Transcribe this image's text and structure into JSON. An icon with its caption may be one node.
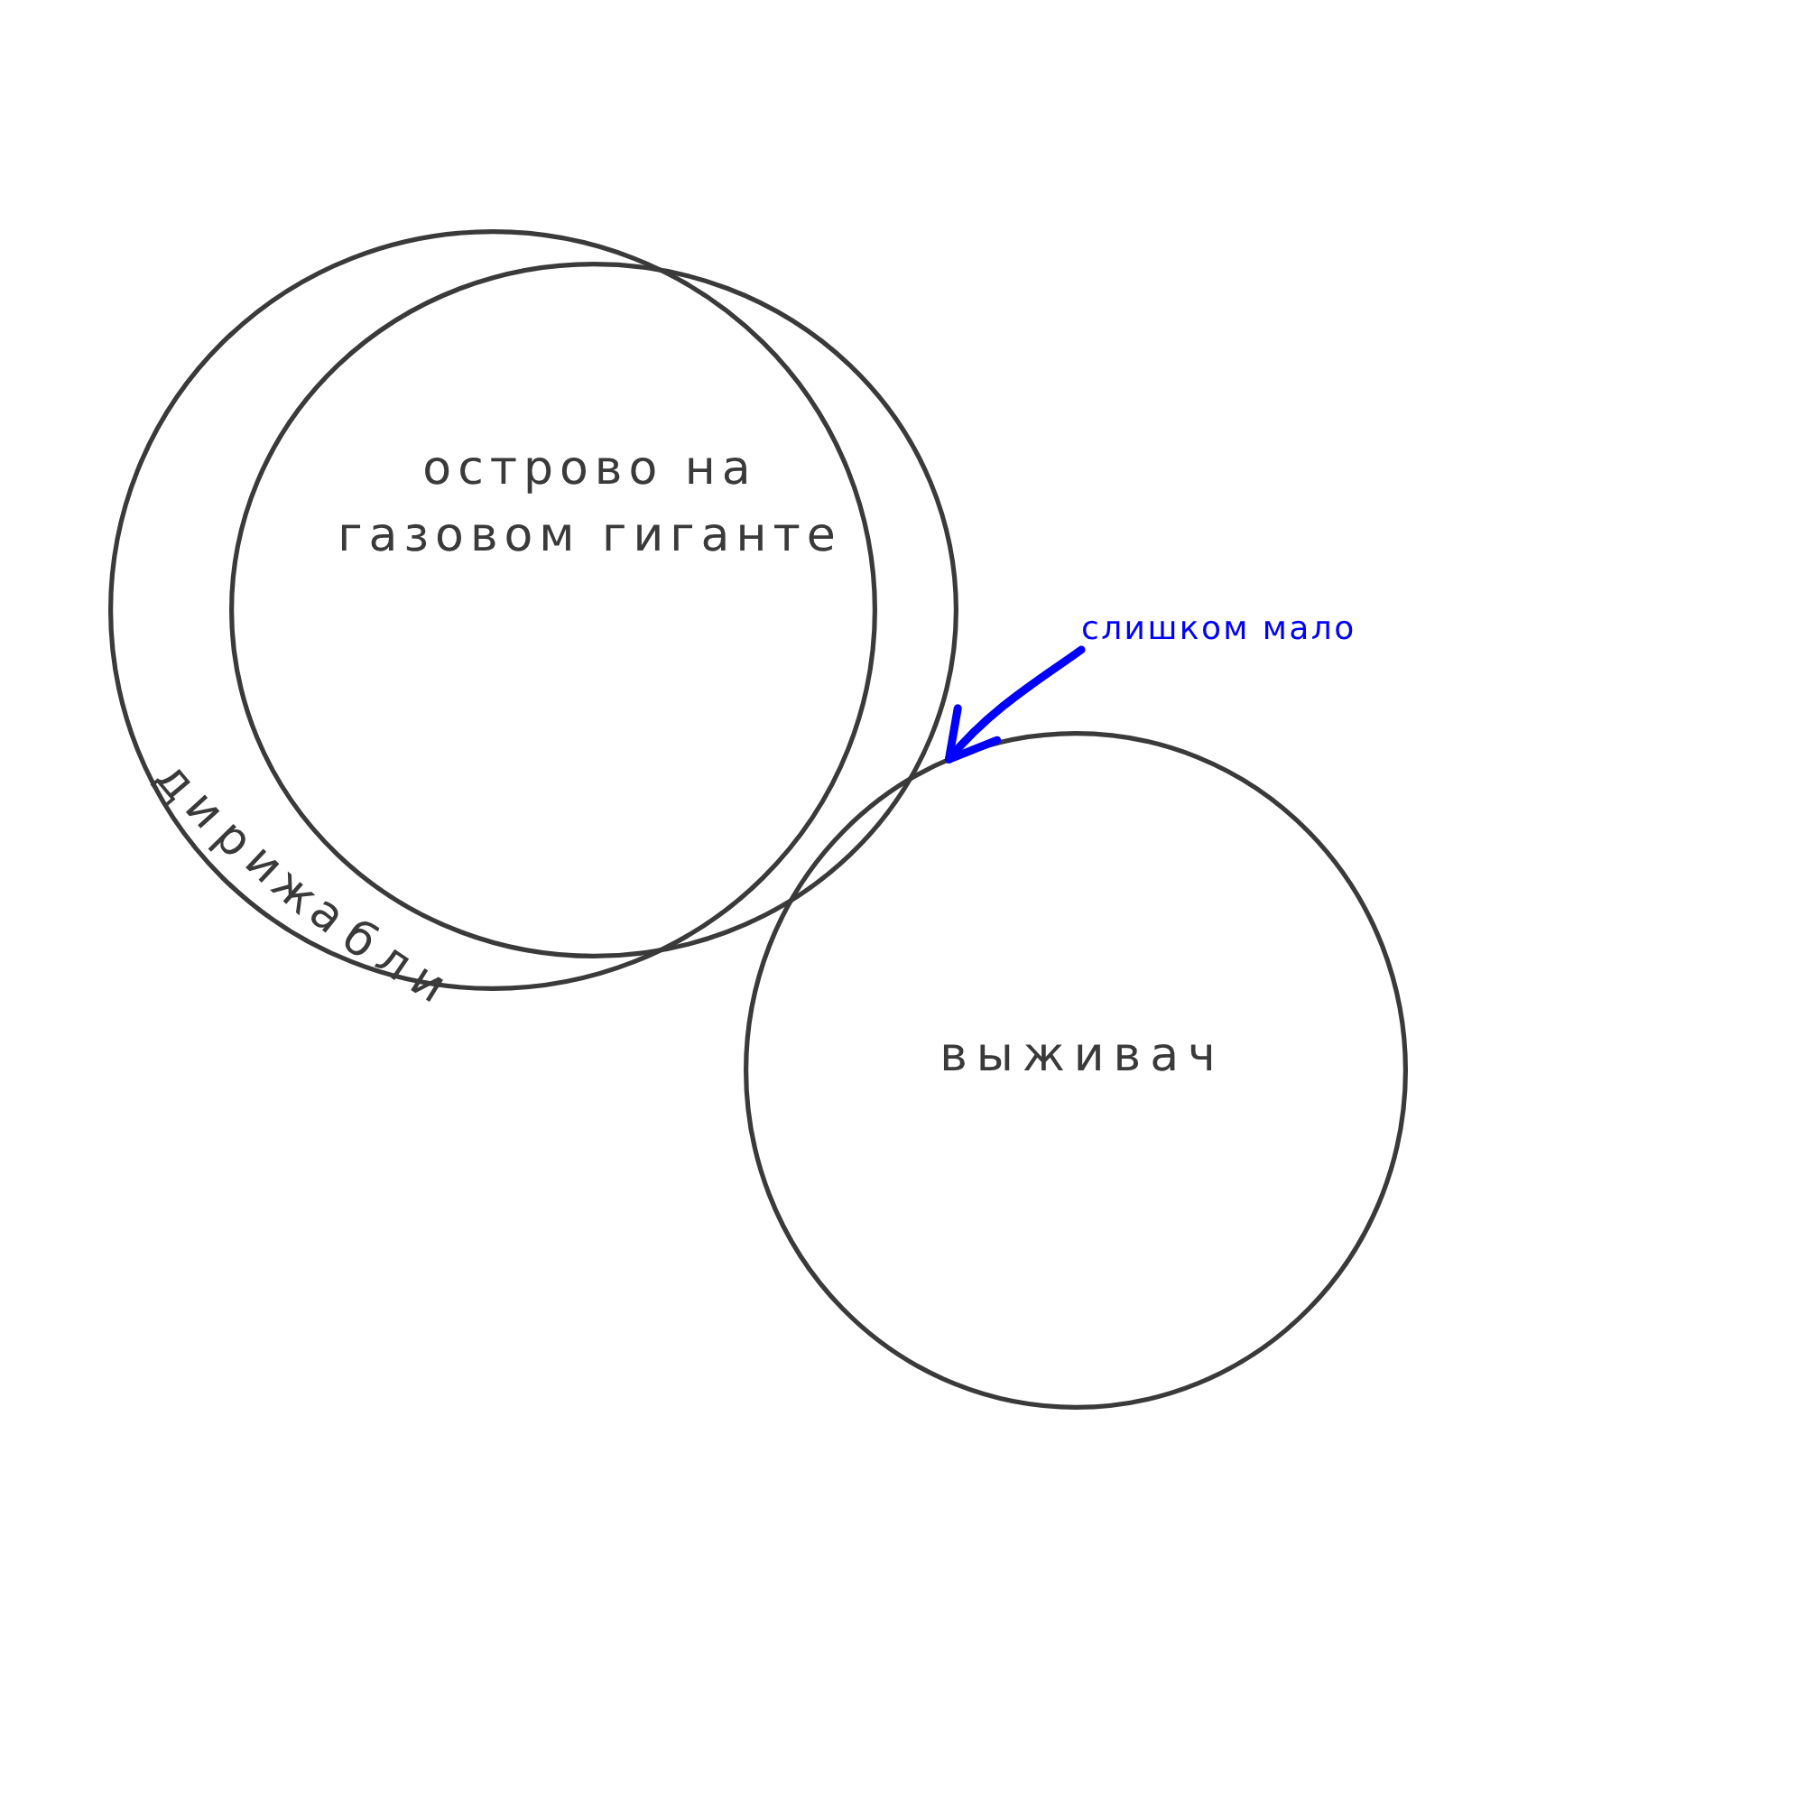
{
  "diagram": {
    "nodes": [
      {
        "text": [
          "дирижабли"
        ]
      },
      {
        "text": [
          "острово на газовом гиганте"
        ]
      },
      {
        "text": [
          "слишком мало"
        ]
      },
      {
        "text": [
          "выживач"
        ]
      }
    ],
    "edges": [
      {
        "from": 2,
        "to": 3,
        "arrow": "to",
        "color": "#0000ff"
      }
    ]
  }
}
